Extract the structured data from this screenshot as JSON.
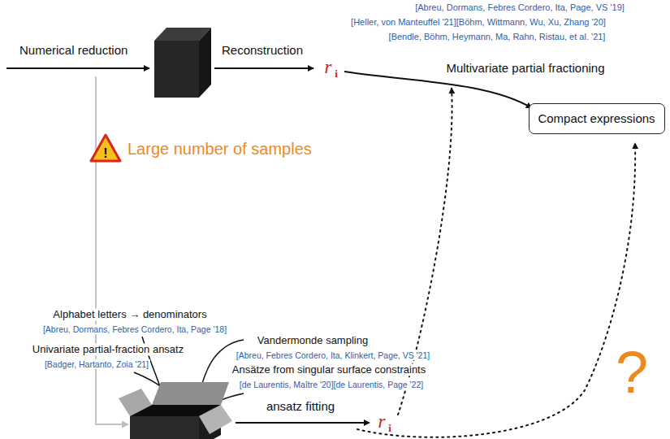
{
  "diagram": {
    "nodes": [
      {
        "text": [
          "Compact expressions"
        ]
      }
    ],
    "labels": [
      "[Abreu, Dormans, Febres Cordero, Ita, Page, VS '19]",
      "[Heller, von Manteuffel '21][Böhm, Wittmann, Wu, Xu, Zhang '20]",
      "[Bendle, Böhm, Heymann, Ma, Rahn, Ristau, et al. '21]",
      "Numerical reduction",
      "Reconstruction",
      "r",
      "i",
      "Multivariate partial fractioning",
      "Large number of samples",
      "!",
      "Alphabet letters → denominators",
      "[Abreu, Dormans, Febres Cordero, Ita, Page '18]",
      "Vandermonde sampling",
      "[Abreu, Febres Cordero, Ita, Klinkert, Page, VS '21]",
      "Univariate partial-fraction ansatz",
      "[Badger, Hartanto, Zoia '21]",
      "Ansätze from singular surface constraints",
      "[de Laurentis, Maître '20][de Laurentis, Page '22]",
      "ansatz fitting",
      "r",
      "i",
      "?"
    ]
  }
}
